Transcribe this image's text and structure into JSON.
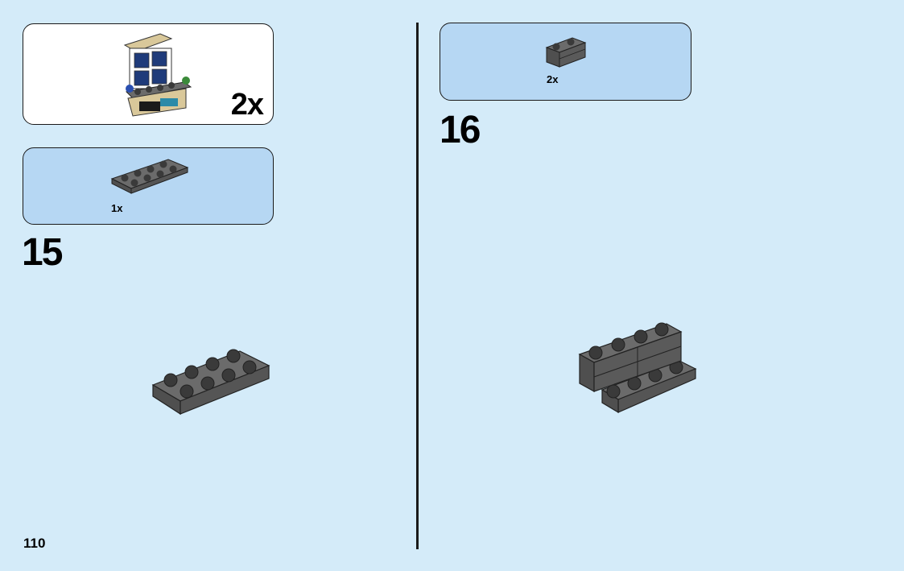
{
  "page": {
    "number": "110"
  },
  "left": {
    "submodel_callout": {
      "quantity": "2x"
    },
    "parts_callout": {
      "quantity": "1x",
      "part": "dark-gray-plate-2x4"
    },
    "step": {
      "number": "15"
    }
  },
  "right": {
    "parts_callout": {
      "quantity": "2x",
      "part": "dark-gray-bracket-1x2"
    },
    "step": {
      "number": "16"
    }
  },
  "colors": {
    "background": "#d4ebf9",
    "callout_blue": "#b6d7f3",
    "brick_top": "#6b6b6b",
    "brick_side": "#4f4f4f",
    "stud": "#3a3a3a"
  }
}
